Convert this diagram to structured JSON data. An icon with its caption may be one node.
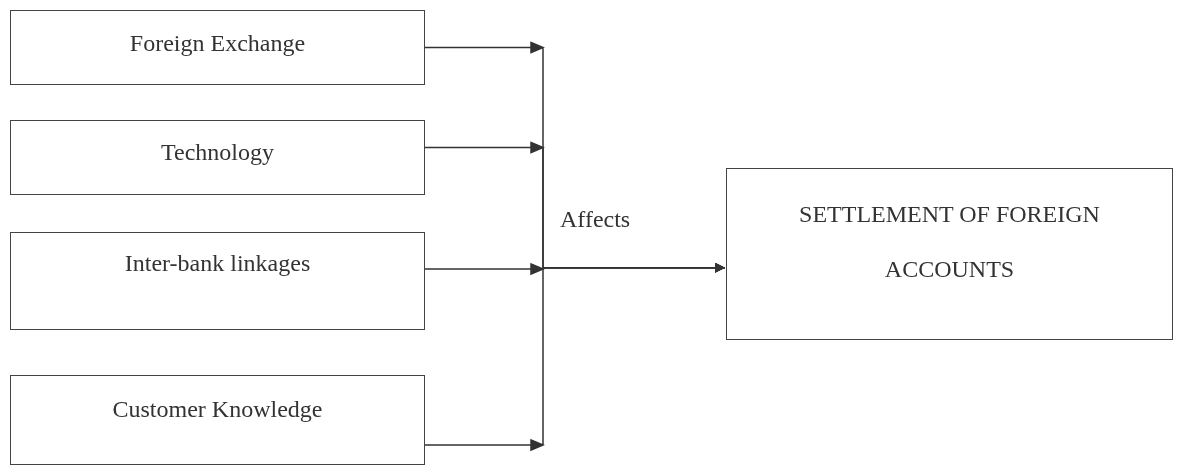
{
  "diagram": {
    "nodes": [
      {
        "text": [
          "Foreign Exchange"
        ]
      },
      {
        "text": [
          "Technology"
        ]
      },
      {
        "text": [
          "Inter-bank linkages"
        ]
      },
      {
        "text": [
          "Customer Knowledge"
        ]
      },
      {
        "text": [
          "SETTLEMENT OF FOREIGN ACCOUNTS"
        ]
      }
    ],
    "edges": [
      {
        "from": 0,
        "to": 4,
        "arrow": "to"
      },
      {
        "from": 1,
        "to": 4,
        "arrow": "to"
      },
      {
        "from": 2,
        "to": 4,
        "arrow": "to"
      },
      {
        "from": 3,
        "to": 4,
        "arrow": "to"
      }
    ],
    "labels": [
      "Affects"
    ]
  }
}
